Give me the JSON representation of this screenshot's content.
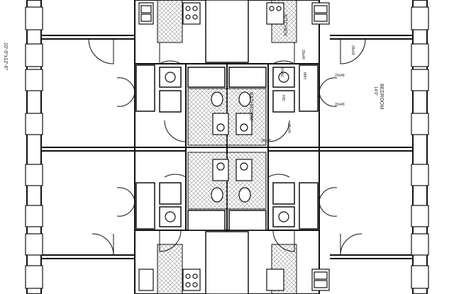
{
  "plan": {
    "room_labels": {
      "bedroom": "BEDROOM",
      "bedroom_sub": "14'0\"",
      "bathroom": "BATHROOM",
      "kitchen": "KITCHEN",
      "left_dim": "10'-0\"x12'-6\""
    },
    "fixture_labels": {
      "wh": "W/H",
      "hvac": "HVAC",
      "hd": "H/D",
      "shelf_2": "20x48",
      "shelf_1": "20x48",
      "tag_1": "28x48",
      "tag_2": "28x48",
      "tag_3": "28x48",
      "tag_4": "28x48"
    },
    "colors": {
      "line": "#111111",
      "hatch": "#9a9a9a",
      "background": "#ffffff"
    }
  }
}
